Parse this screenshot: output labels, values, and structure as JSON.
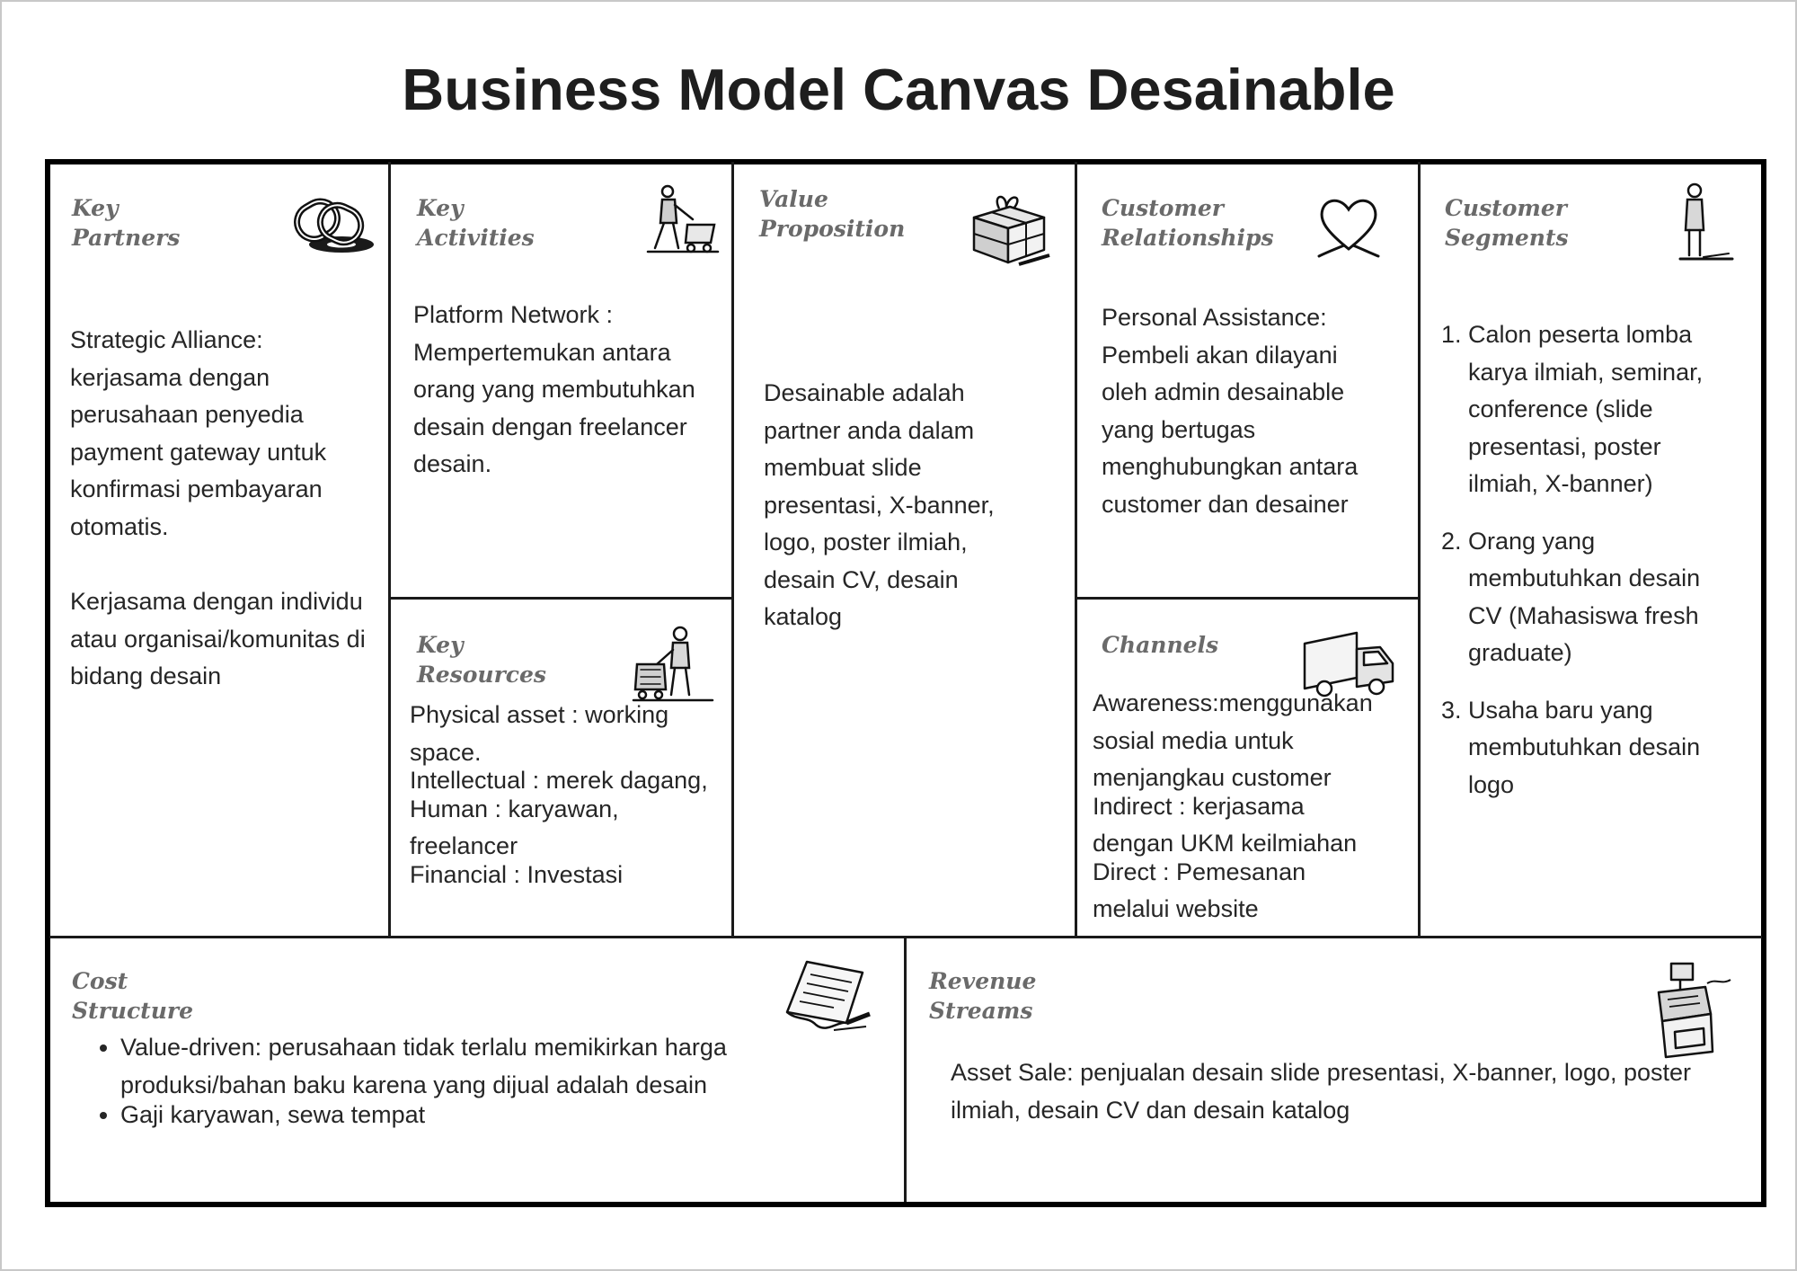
{
  "title": "Business Model Canvas Desainable",
  "blocks": {
    "key_partners": {
      "title": "Key\nPartners",
      "icon": "chain-links-icon",
      "paragraphs": [
        "Strategic Alliance: kerjasama dengan perusahaan penyedia payment gateway untuk konfirmasi pembayaran otomatis.",
        "Kerjasama dengan individu atau organisai/komunitas di bidang desain"
      ]
    },
    "key_activities": {
      "title": "Key\nActivities",
      "icon": "worker-with-cart-icon",
      "text": "Platform  Network : Mempertemukan antara orang yang membutuhkan desain dengan freelancer desain."
    },
    "key_resources": {
      "title": "Key\nResources",
      "icon": "worker-with-forklift-icon",
      "lines": [
        "Physical asset : working space.",
        "Intellectual : merek dagang,",
        "Human : karyawan, freelancer",
        "Financial : Investasi"
      ]
    },
    "value_proposition": {
      "title": "Value\nProposition",
      "icon": "gift-package-icon",
      "text": "Desainable adalah partner anda dalam membuat slide presentasi, X-banner, logo, poster ilmiah, desain CV, desain katalog"
    },
    "customer_relationships": {
      "title": "Customer\nRelationships",
      "icon": "heart-icon",
      "text": "Personal Assistance: Pembeli akan dilayani oleh admin desainable yang bertugas menghubungkan antara customer dan desainer"
    },
    "channels": {
      "title": "Channels",
      "icon": "delivery-truck-icon",
      "lines": [
        "Awareness:menggunakan sosial media untuk menjangkau customer",
        "Indirect : kerjasama dengan UKM keilmiahan",
        "Direct : Pemesanan melalui website"
      ]
    },
    "customer_segments": {
      "title": "Customer\nSegments",
      "icon": "standing-person-icon",
      "items": [
        "Calon peserta lomba karya ilmiah, seminar, conference (slide presentasi, poster ilmiah, X-banner)",
        "Orang yang membutuhkan desain CV (Mahasiswa fresh graduate)",
        "Usaha baru yang membutuhkan desain logo"
      ]
    },
    "cost_structure": {
      "title": "Cost\nStructure",
      "icon": "receipt-paper-icon",
      "items": [
        "Value-driven: perusahaan tidak terlalu memikirkan harga produksi/bahan baku karena yang dijual adalah desain",
        "Gaji karyawan, sewa tempat"
      ]
    },
    "revenue_streams": {
      "title": "Revenue\nStreams",
      "icon": "cash-register-icon",
      "text": "Asset Sale: penjualan desain slide presentasi, X-banner, logo, poster ilmiah, desain CV dan desain katalog"
    }
  }
}
